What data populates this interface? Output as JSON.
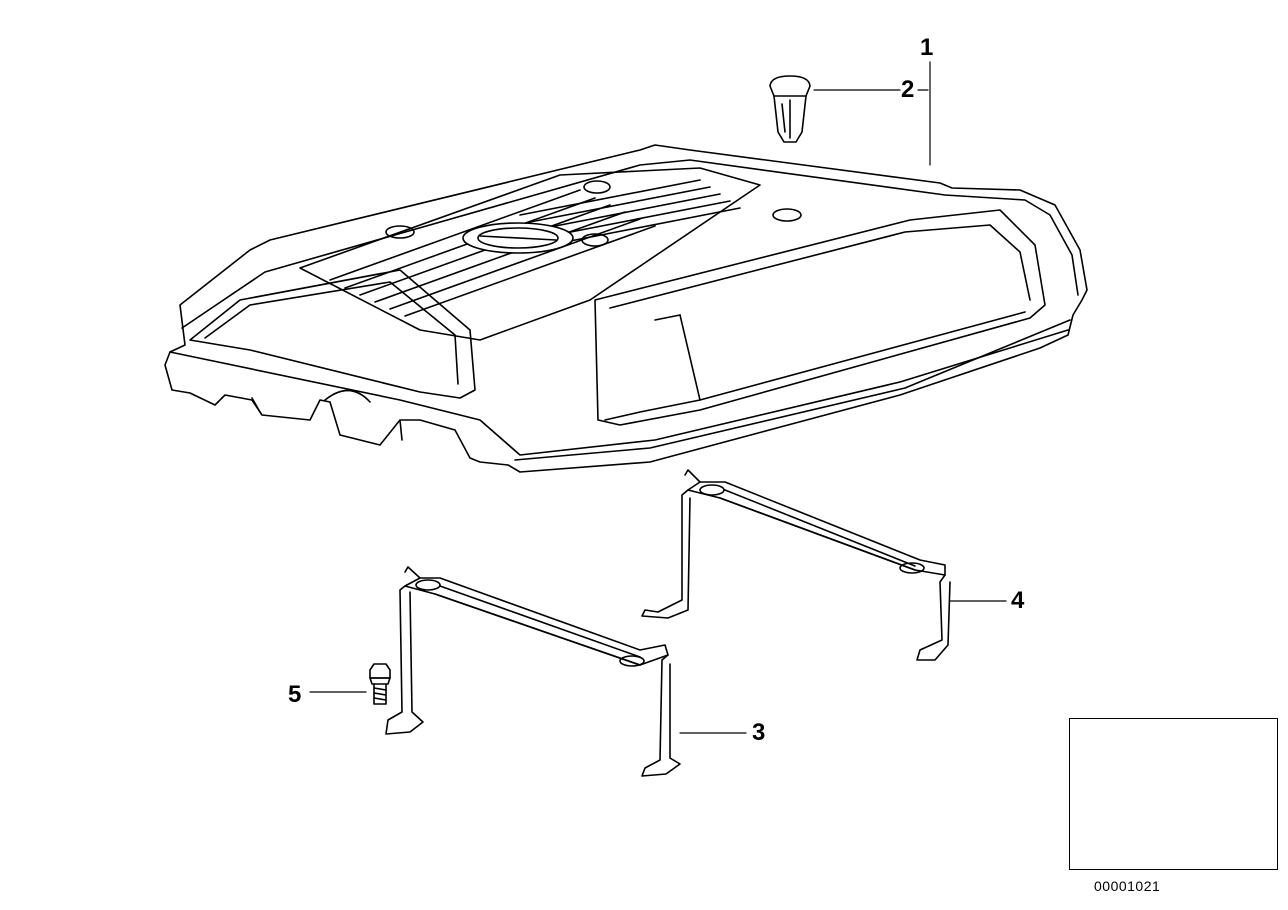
{
  "diagram": {
    "callouts": {
      "part1": "1",
      "part2": "2",
      "part3": "3",
      "part4": "4",
      "part5": "5"
    },
    "diagram_number": "00001021"
  },
  "colors": {
    "line": "#000000",
    "background": "#ffffff",
    "location_dot": "#000000"
  }
}
